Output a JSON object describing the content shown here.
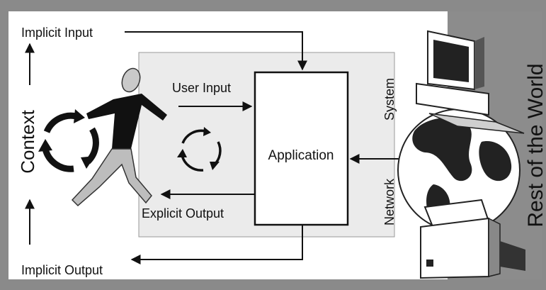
{
  "labels": {
    "implicit_input": "Implicit Input",
    "user_input": "User Input",
    "application": "Application",
    "explicit_output": "Explicit Output",
    "implicit_output": "Implicit Output",
    "context": "Context",
    "system": "System",
    "network": "Network",
    "rest_of_world": "Rest of the World"
  },
  "colors": {
    "outer_frame": "#8a8a8a",
    "right_panel": "#8c8c8c",
    "system_box": "#ebebeb",
    "ink": "#111111"
  },
  "icons": [
    "person-icon",
    "cycle-arrows-icon",
    "globe-icon",
    "computer-icon",
    "printer-icon"
  ]
}
